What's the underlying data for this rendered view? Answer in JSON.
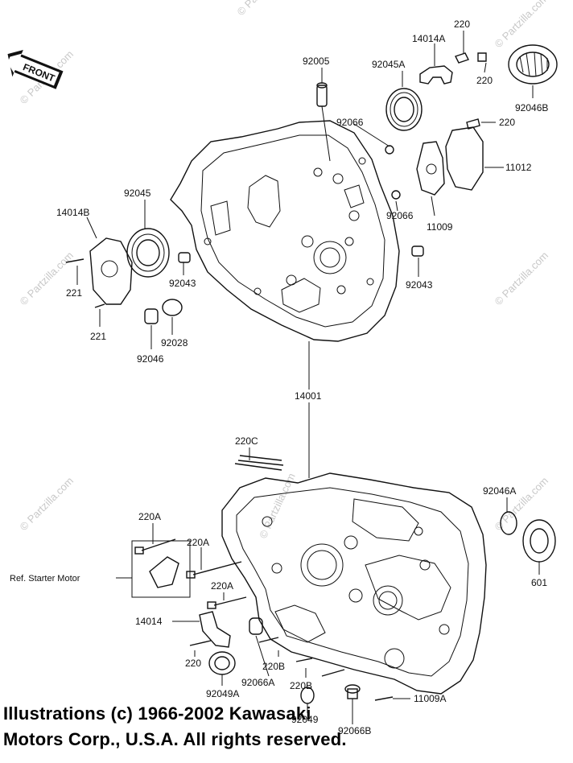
{
  "front_badge": "FRONT",
  "ref_note": "Ref. Starter Motor",
  "watermark": "© Partzilla.com",
  "copyright_line1": "Illustrations (c) 1966-2002 Kawasaki",
  "copyright_line2": "Motors Corp., U.S.A.  All rights reserved.",
  "parts": {
    "p220_top": "220",
    "p14014A": "14014A",
    "p92005": "92005",
    "p92045A": "92045A",
    "p220_r1": "220",
    "p92046B": "92046B",
    "p220_r2": "220",
    "p92066_top": "92066",
    "p11012": "11012",
    "p92066_mid": "92066",
    "p11009": "11009",
    "p92043_r": "92043",
    "p92045": "92045",
    "p14014B": "14014B",
    "p92043_l": "92043",
    "p221_a": "221",
    "p221_b": "221",
    "p92028": "92028",
    "p92046": "92046",
    "p14001": "14001",
    "p220C": "220C",
    "p92046A": "92046A",
    "p220A_1": "220A",
    "p220A_2": "220A",
    "p220A_3": "220A",
    "p601": "601",
    "p14014": "14014",
    "p220_b": "220",
    "p220B_1": "220B",
    "p92066A": "92066A",
    "p92049A": "92049A",
    "p220B_2": "220B",
    "p11009A": "11009A",
    "p92049": "92049",
    "p92066B": "92066B"
  }
}
